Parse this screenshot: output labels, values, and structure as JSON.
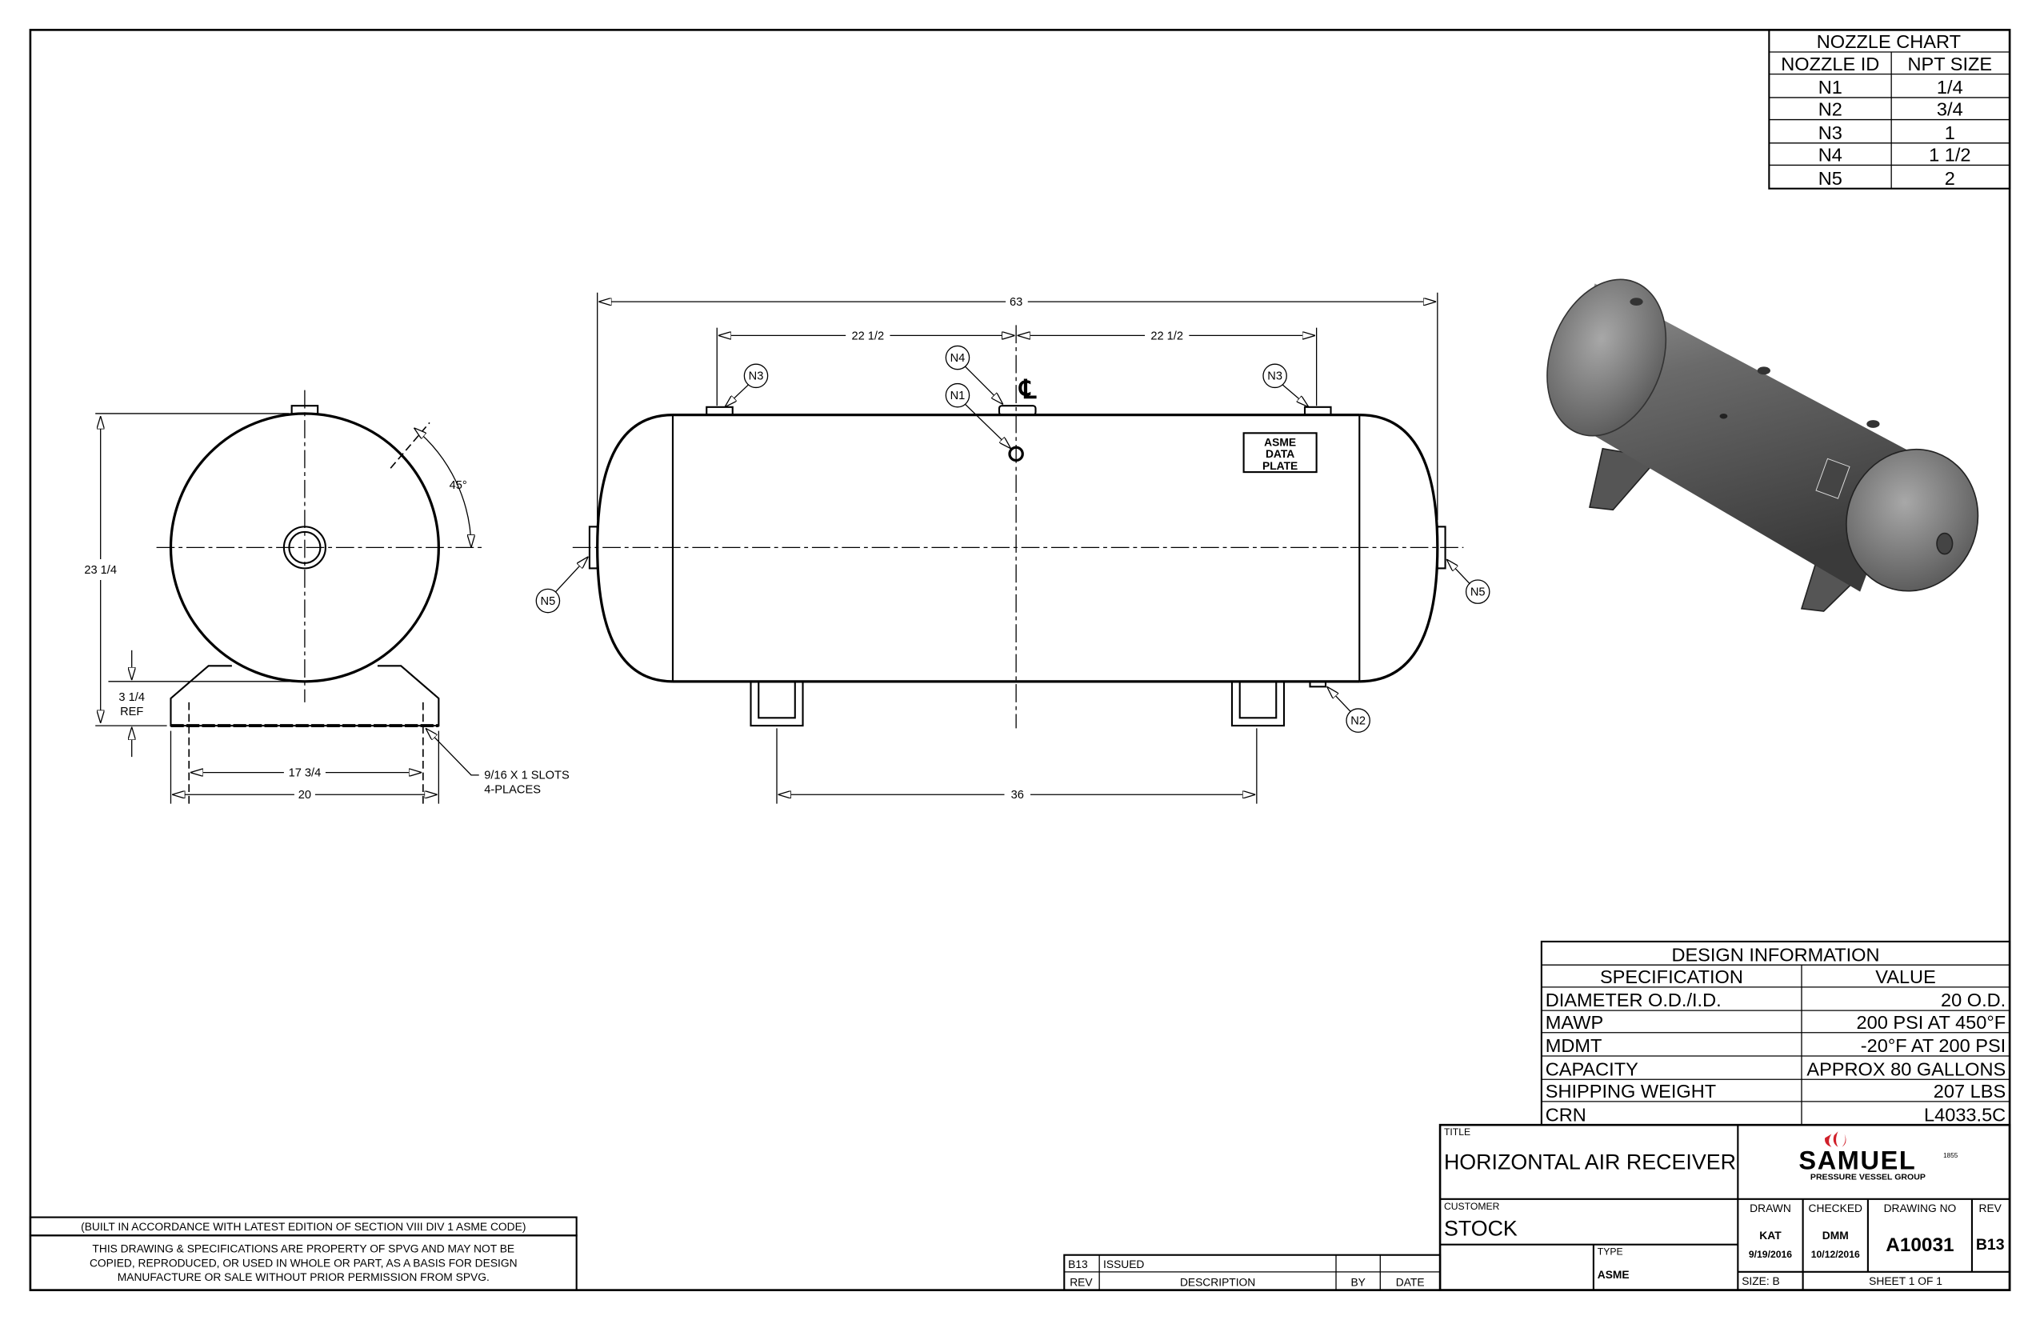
{
  "nozzle_chart": {
    "title": "NOZZLE CHART",
    "headers": [
      "NOZZLE ID",
      "NPT SIZE"
    ],
    "rows": [
      {
        "id": "N1",
        "size": "1/4"
      },
      {
        "id": "N2",
        "size": "3/4"
      },
      {
        "id": "N3",
        "size": "1"
      },
      {
        "id": "N4",
        "size": "1 1/2"
      },
      {
        "id": "N5",
        "size": "2"
      }
    ]
  },
  "design_info": {
    "title": "DESIGN INFORMATION",
    "headers": [
      "SPECIFICATION",
      "VALUE"
    ],
    "rows": [
      {
        "spec": "DIAMETER O.D./I.D.",
        "value": "20 O.D."
      },
      {
        "spec": "MAWP",
        "value": "200 PSI AT 450°F"
      },
      {
        "spec": "MDMT",
        "value": "-20°F AT 200 PSI"
      },
      {
        "spec": "CAPACITY",
        "value": "APPROX 80 GALLONS"
      },
      {
        "spec": "SHIPPING WEIGHT",
        "value": "207 LBS"
      },
      {
        "spec": "CRN",
        "value": "L4033.5C"
      }
    ]
  },
  "title_block": {
    "title_label": "TITLE",
    "title": "HORIZONTAL AIR RECEIVER",
    "customer_label": "CUSTOMER",
    "customer": "STOCK",
    "type_label": "TYPE",
    "type": "ASME",
    "drawn_label": "DRAWN",
    "drawn_by": "KAT",
    "drawn_date": "9/19/2016",
    "checked_label": "CHECKED",
    "checked_by": "DMM",
    "checked_date": "10/12/2016",
    "drawing_no_label": "DRAWING NO",
    "drawing_no": "A10031",
    "rev_label": "REV",
    "rev": "B13",
    "size": "SIZE: B",
    "sheet": "SHEET 1  OF 1",
    "logo": {
      "name": "SAMUEL",
      "year": "1855",
      "tagline": "PRESSURE VESSEL GROUP",
      "accent": "#d0202a"
    }
  },
  "revision_block": {
    "headers": [
      "REV",
      "DESCRIPTION",
      "BY",
      "DATE"
    ],
    "rows": [
      {
        "rev": "B13",
        "description": "ISSUED",
        "by": "",
        "date": ""
      }
    ]
  },
  "notes": {
    "code": "(BUILT IN ACCORDANCE WITH LATEST EDITION OF SECTION VIII DIV 1 ASME CODE)",
    "property": [
      "THIS DRAWING & SPECIFICATIONS ARE PROPERTY OF SPVG AND MAY NOT BE",
      "COPIED, REPRODUCED, OR USED IN WHOLE OR PART, AS A BASIS FOR DESIGN",
      "MANUFACTURE OR SALE WITHOUT PRIOR PERMISSION FROM SPVG."
    ]
  },
  "end_view": {
    "height_dim": "23 1/4",
    "saddle_dim": [
      "3 1/4",
      "REF"
    ],
    "slot_spacing": "17 3/4",
    "saddle_width": "20",
    "angle": "45°",
    "slot_note": [
      "9/16 X 1 SLOTS",
      "4-PLACES"
    ]
  },
  "side_view": {
    "overall_length": "63",
    "offset_left": "22 1/2",
    "offset_right": "22 1/2",
    "saddle_spacing": "36",
    "centerline": "℄",
    "data_plate": [
      "ASME",
      "DATA",
      "PLATE"
    ],
    "balloons": [
      "N3",
      "N4",
      "N1",
      "N3",
      "N5",
      "N5",
      "N2"
    ]
  }
}
